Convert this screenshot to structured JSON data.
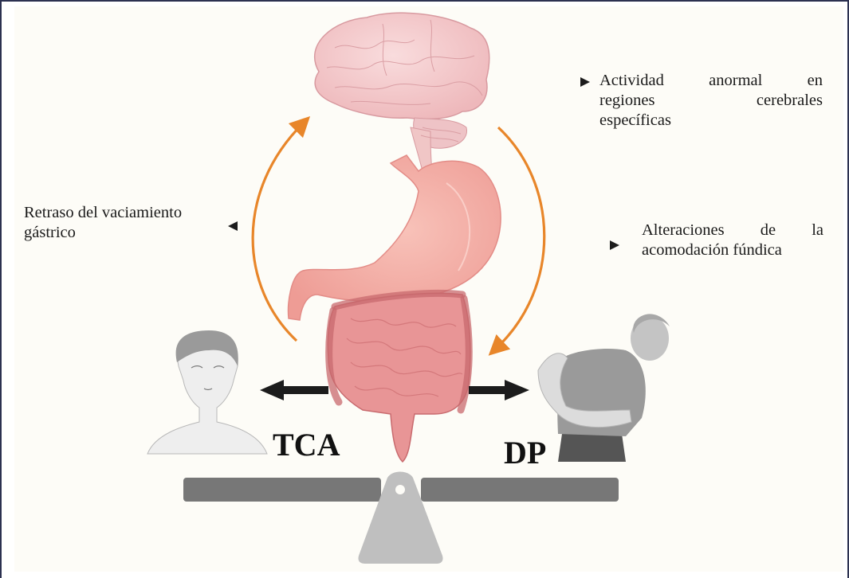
{
  "figure": {
    "labels": {
      "brain": {
        "line1": "Actividad anormal en",
        "line2": "regiones cerebrales",
        "line3": "específicas"
      },
      "gastric_emptying": {
        "line1": "Retraso del vaciamiento",
        "line2": "gástrico"
      },
      "fundic_accommodation": {
        "line1": "Alteraciones de la",
        "line2": "acomodación fúndica"
      },
      "left_condition": "TCA",
      "right_condition": "DP"
    },
    "icons": {
      "brain": "brain-illustration",
      "stomach": "stomach-illustration",
      "intestines": "intestines-illustration",
      "woman": "woman-portrait-illustration",
      "man": "man-abdominal-pain-illustration",
      "scale": "balance-scale"
    },
    "colors": {
      "cycle_arrow": "#e8862a",
      "pointer": "#1c1c1c",
      "organ_pink": "#f2a7a0",
      "brain_pink": "#f4c9cb",
      "intestine": "#d9787c",
      "beam": "#777777",
      "fulcrum": "#bfbfbf",
      "border": "#2c3150",
      "background": "#fdfcf7"
    }
  }
}
